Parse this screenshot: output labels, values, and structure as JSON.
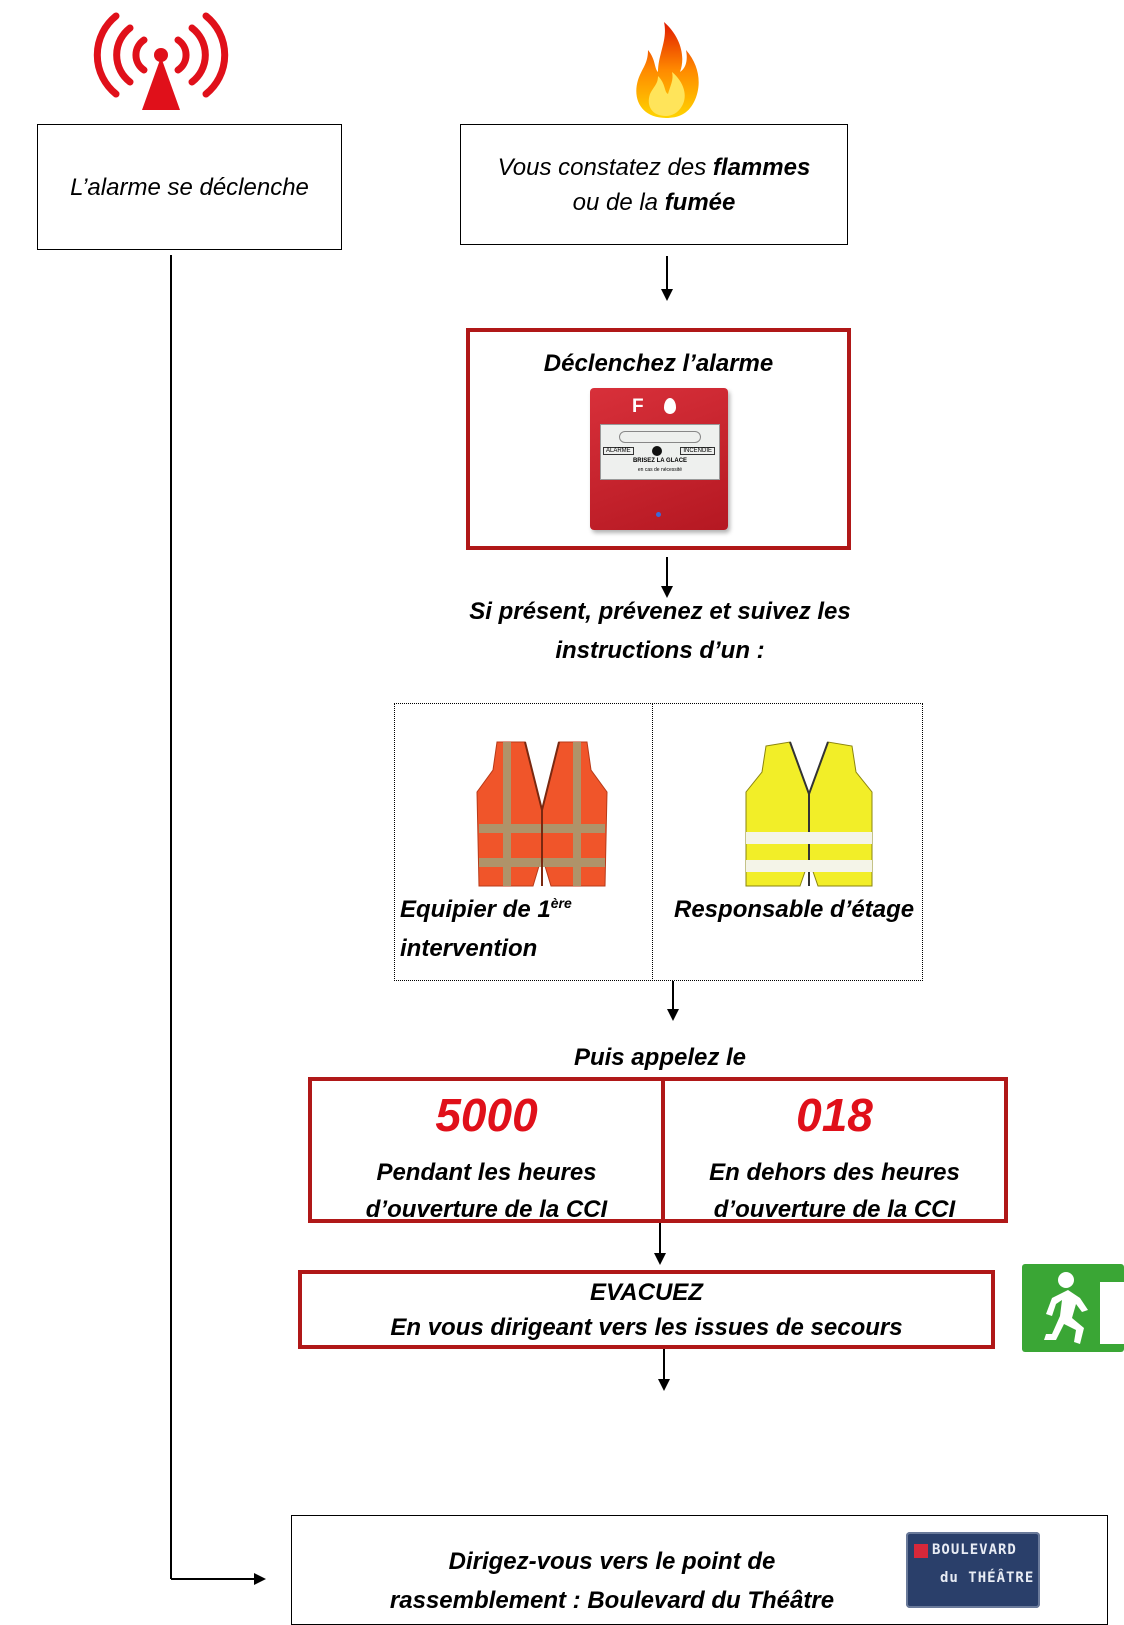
{
  "alarm": {
    "text": "L’alarme se déclenche"
  },
  "flames": {
    "line1_prefix": "Vous constatez des ",
    "line1_bold": "flammes",
    "line2_prefix": "ou de la ",
    "line2_bold": "fumée"
  },
  "trigger": {
    "title": "Déclenchez l’alarme",
    "callpoint": {
      "letter": "F",
      "left_label": "ALARME",
      "right_label": "INCENDIE",
      "line": "BRISEZ LA GLACE",
      "subline": "en cas de nécessité"
    }
  },
  "inform": {
    "line1": "Si présent, prévenez et suivez les",
    "line2": "instructions d’un :"
  },
  "roles": {
    "equipier": {
      "prefix": "Equipier de 1",
      "sup": "ère",
      "line2": "intervention"
    },
    "responsable": {
      "label": "Responsable d’étage"
    }
  },
  "call": {
    "intro": "Puis appelez le",
    "inside": {
      "number": "5000",
      "line1": "Pendant les heures",
      "line2": "d’ouverture de la CCI"
    },
    "outside": {
      "number": "018",
      "line1": "En dehors des heures",
      "line2": "d’ouverture de la CCI"
    }
  },
  "evacuate": {
    "title": "EVACUEZ",
    "subtitle": "En vous dirigeant vers les issues de secours"
  },
  "assembly": {
    "line1": "Dirigez-vous vers le point de",
    "line2": "rassemblement : Boulevard du Théâtre",
    "sign": {
      "line1": "BOULEVARD",
      "line2": "du THÉÂTRE"
    }
  },
  "colors": {
    "accent_red": "#b01818",
    "number_red": "#e0101a",
    "exit_green": "#3aa635",
    "vest_orange": "#f0552a",
    "vest_yellow": "#f2ee28",
    "sign_blue": "#2a3f6a"
  },
  "icons": {
    "alarm": "alarm-broadcast-icon",
    "fire": "fire-icon",
    "exit": "emergency-exit-icon"
  }
}
